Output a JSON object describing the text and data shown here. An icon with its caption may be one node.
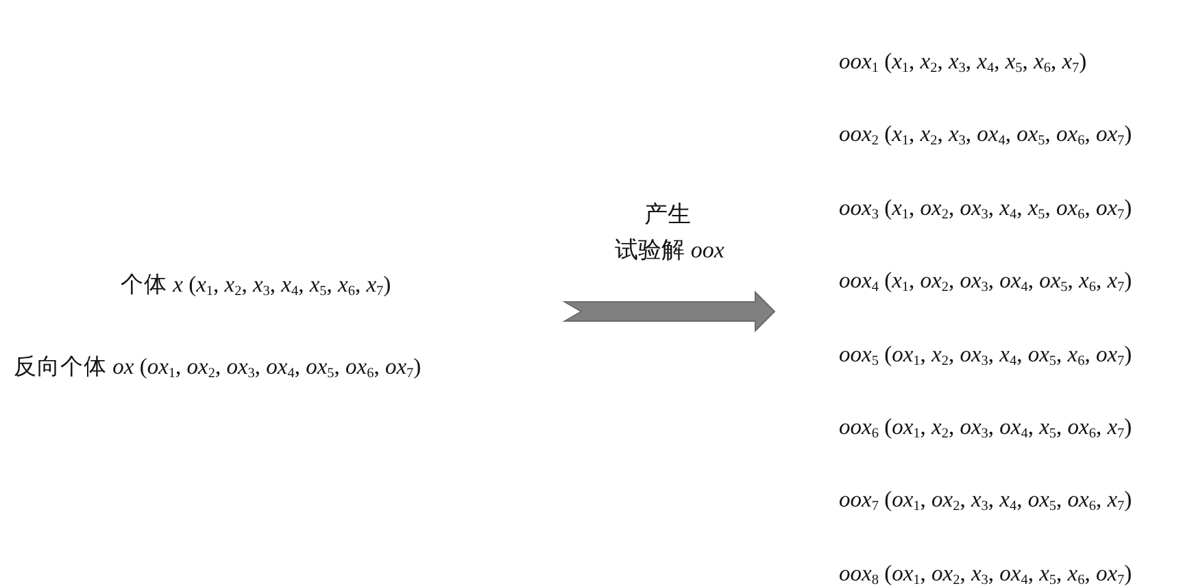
{
  "diagram": {
    "nodes": [
      {
        "text": [
          "个体 *x* (*x*$_{1}$, *x*$_{2}$, *x*$_{3}$, *x*$_{4}$, *x*$_{5}$, *x*$_{6}$, *x*$_{7}$)",
          "反向个体 *ox* (*ox*$_{1}$, *ox*$_{2}$, *ox*$_{3}$, *ox*$_{4}$, *ox*$_{5}$, *ox*$_{6}$, *ox*$_{7}$)"
        ]
      },
      {
        "text": [
          "*oox*$_{1}$ (*x*$_{1}$, *x*$_{2}$, *x*$_{3}$, *x*$_{4}$, *x*$_{5}$, *x*$_{6}$, *x*$_{7}$)",
          "*oox*$_{2}$ (*x*$_{1}$, *x*$_{2}$, *x*$_{3}$, *ox*$_{4}$, *ox*$_{5}$, *ox*$_{6}$, *ox*$_{7}$)",
          "*oox*$_{3}$ (*x*$_{1}$, *ox*$_{2}$, *ox*$_{3}$, *x*$_{4}$, *x*$_{5}$, *ox*$_{6}$, *ox*$_{7}$)",
          "*oox*$_{4}$ (*x*$_{1}$, *ox*$_{2}$, *ox*$_{3}$, *ox*$_{4}$, *ox*$_{5}$, *x*$_{6}$, *x*$_{7}$)",
          "*oox*$_{5}$ (*ox*$_{1}$, *x*$_{2}$, *ox*$_{3}$, *x*$_{4}$, *ox*$_{5}$, *x*$_{6}$, *ox*$_{7}$)",
          "*oox*$_{6}$ (*ox*$_{1}$, *x*$_{2}$, *ox*$_{3}$, *ox*$_{4}$, *x*$_{5}$, *ox*$_{6}$, *x*$_{7}$)",
          "*oox*$_{7}$ (*ox*$_{1}$, *ox*$_{2}$, *x*$_{3}$, *x*$_{4}$, *ox*$_{5}$, *ox*$_{6}$, *x*$_{7}$)",
          "*oox*$_{8}$ (*ox*$_{1}$, *ox*$_{2}$, *x*$_{3}$, *ox*$_{4}$, *x*$_{5}$, *x*$_{6}$, *ox*$_{7}$)"
        ]
      }
    ],
    "edges": [
      {
        "from": 0,
        "to": 1,
        "arrow": "to",
        "label": "试验解 *oox*",
        "style": "thick"
      }
    ],
    "labels": [
      "产生"
    ]
  }
}
